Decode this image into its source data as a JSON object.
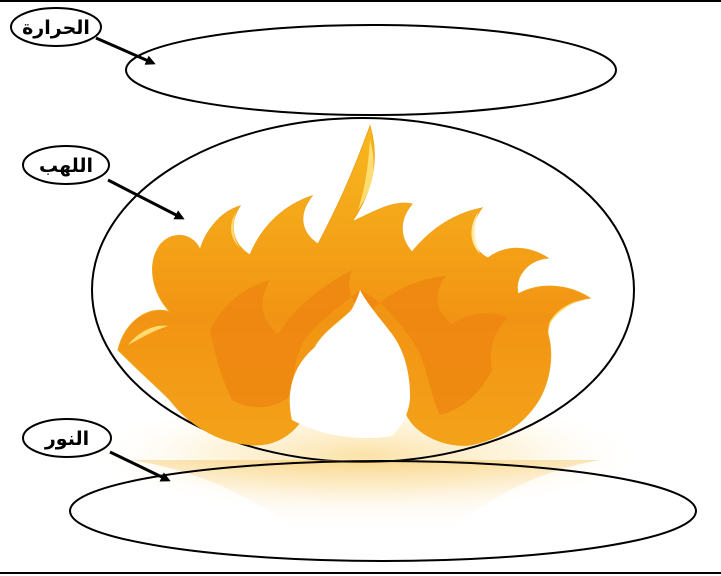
{
  "labels": {
    "heat": "الحرارة",
    "flame": "اللهب",
    "light": "النور"
  },
  "colors": {
    "outline": "#000000",
    "flame_outer": "#f6b21a",
    "flame_mid": "#f39a12",
    "flame_dark": "#e97b0c",
    "flame_highlight": "#ffe27a",
    "glow": "#fbd88a"
  }
}
